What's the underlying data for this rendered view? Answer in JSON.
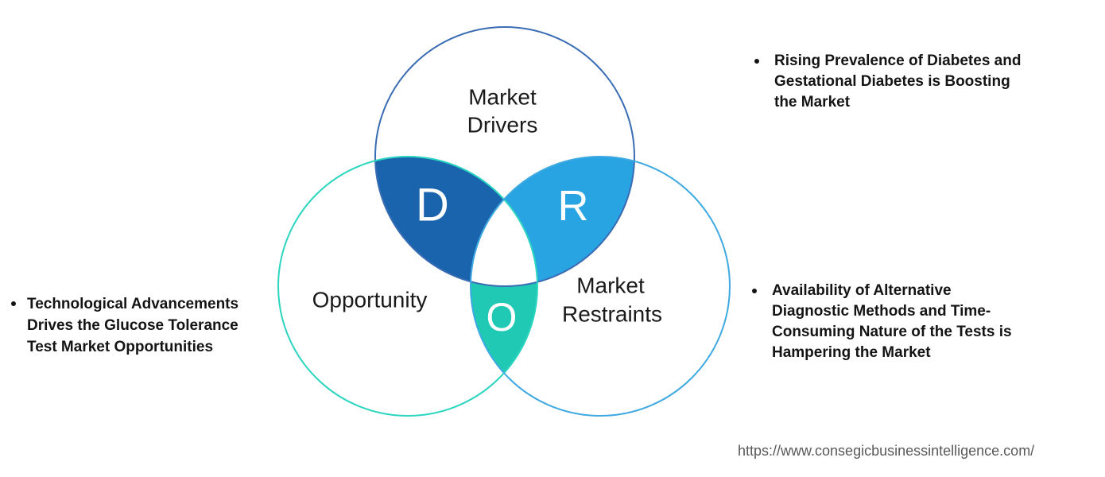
{
  "venn": {
    "drivers": {
      "label_lines": [
        "Market",
        "Drivers"
      ],
      "letter": "D"
    },
    "opportunity": {
      "label": "Opportunity",
      "letter": "O"
    },
    "restraints": {
      "label_lines": [
        "Market",
        "Restraints"
      ],
      "letter": "R"
    }
  },
  "bullets": {
    "left": {
      "lines": [
        "Technological Advancements",
        "Drives the Glucose Tolerance",
        "Test Market Opportunities"
      ]
    },
    "right_top": {
      "lines": [
        "Rising Prevalence of Diabetes and",
        "Gestational Diabetes is Boosting",
        "the Market"
      ]
    },
    "right_bottom": {
      "lines": [
        "Availability of Alternative",
        "Diagnostic Methods and Time-",
        "Consuming Nature of the Tests is",
        "Hampering the Market"
      ]
    }
  },
  "footer": {
    "url": "https://www.consegicbusinessintelligence.com/"
  },
  "colors": {
    "drivers_stroke": "#3A6CB4",
    "opportunity_stroke": "#2BD5BF",
    "restraints_stroke": "#3FA9E1",
    "d_fill": "#1A64AE",
    "r_fill": "#29A4E2",
    "o_fill": "#1FC9B4",
    "label_color": "#1A1A1A",
    "letter_color": "#FFFFFF",
    "url_color": "#58595B"
  }
}
